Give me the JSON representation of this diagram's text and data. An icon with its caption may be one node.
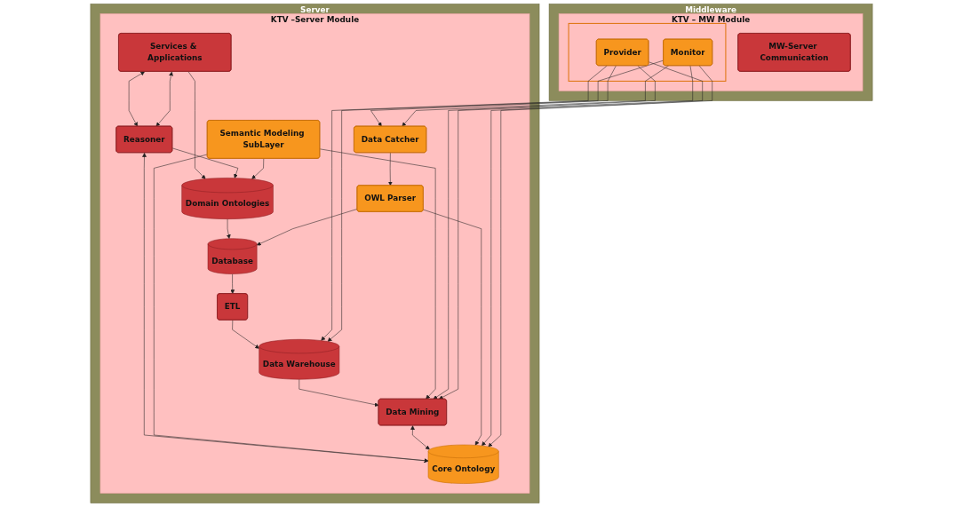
{
  "diagram": {
    "nodes": [
      {
        "text": [
          "Server"
        ]
      },
      {
        "text": [
          "KTV –Server Module"
        ],
        "in": 0
      },
      {
        "text": [
          "Services & Applications"
        ],
        "in": 1
      },
      {
        "text": [
          "Reasoner"
        ],
        "in": 1
      },
      {
        "text": [
          "Domain Ontologies"
        ],
        "in": 1
      },
      {
        "text": [
          "Database"
        ],
        "in": 1
      },
      {
        "text": [
          "Core Ontology"
        ],
        "in": 1
      },
      {
        "text": [
          "ETL"
        ],
        "in": 1
      },
      {
        "text": [
          "Semantic Modeling SubLayer"
        ],
        "in": 1
      },
      {
        "text": [
          "OWL Parser"
        ],
        "in": 1
      },
      {
        "text": [
          "Data Warehouse"
        ],
        "in": 1
      },
      {
        "text": [
          "Data Mining"
        ],
        "in": 1
      },
      {
        "text": [
          "Data Catcher"
        ],
        "in": 1
      },
      {
        "text": [
          "Middleware"
        ]
      },
      {
        "text": [
          "KTV – MW Module"
        ],
        "in": 13
      },
      {
        "text": [
          "MW-Server Communication"
        ],
        "in": 14
      },
      {
        "text": [],
        "shape": "box",
        "in": 14
      },
      {
        "text": [
          "Provider"
        ],
        "in": 16
      },
      {
        "text": [
          "Monitor"
        ],
        "in": 16
      }
    ],
    "edges": [
      {
        "from": 2,
        "to": 3,
        "arrow": "both"
      },
      {
        "from": 2,
        "to": 3,
        "arrow": "both"
      },
      {
        "from": 2,
        "to": 4,
        "arrow": "to"
      },
      {
        "from": 3,
        "to": 6,
        "arrow": "both"
      },
      {
        "from": 3,
        "to": 4,
        "arrow": "to"
      },
      {
        "from": 4,
        "to": 5,
        "arrow": "to"
      },
      {
        "from": 5,
        "to": 7,
        "arrow": "to"
      },
      {
        "from": 7,
        "to": 10,
        "arrow": "to"
      },
      {
        "from": 10,
        "to": 11,
        "arrow": "to"
      },
      {
        "from": 8,
        "to": 11,
        "arrow": "to"
      },
      {
        "from": 8,
        "to": 4,
        "arrow": "to"
      },
      {
        "from": 8,
        "to": 6,
        "arrow": "to"
      },
      {
        "from": 11,
        "to": 6,
        "arrow": "both"
      },
      {
        "from": 9,
        "to": 6,
        "arrow": "to"
      },
      {
        "from": 9,
        "to": 5,
        "arrow": "to"
      },
      {
        "from": 12,
        "to": 9,
        "arrow": "to"
      },
      {
        "from": 17,
        "to": 12,
        "arrow": "to"
      },
      {
        "from": 18,
        "to": 12,
        "arrow": "to"
      },
      {
        "from": 17,
        "to": 6,
        "arrow": "to"
      },
      {
        "from": 18,
        "to": 6,
        "arrow": "to"
      },
      {
        "from": 17,
        "to": 11,
        "arrow": "to"
      },
      {
        "from": 18,
        "to": 11,
        "arrow": "to"
      },
      {
        "from": 17,
        "to": 10,
        "arrow": "to"
      },
      {
        "from": 18,
        "to": 10,
        "arrow": "to"
      }
    ]
  }
}
